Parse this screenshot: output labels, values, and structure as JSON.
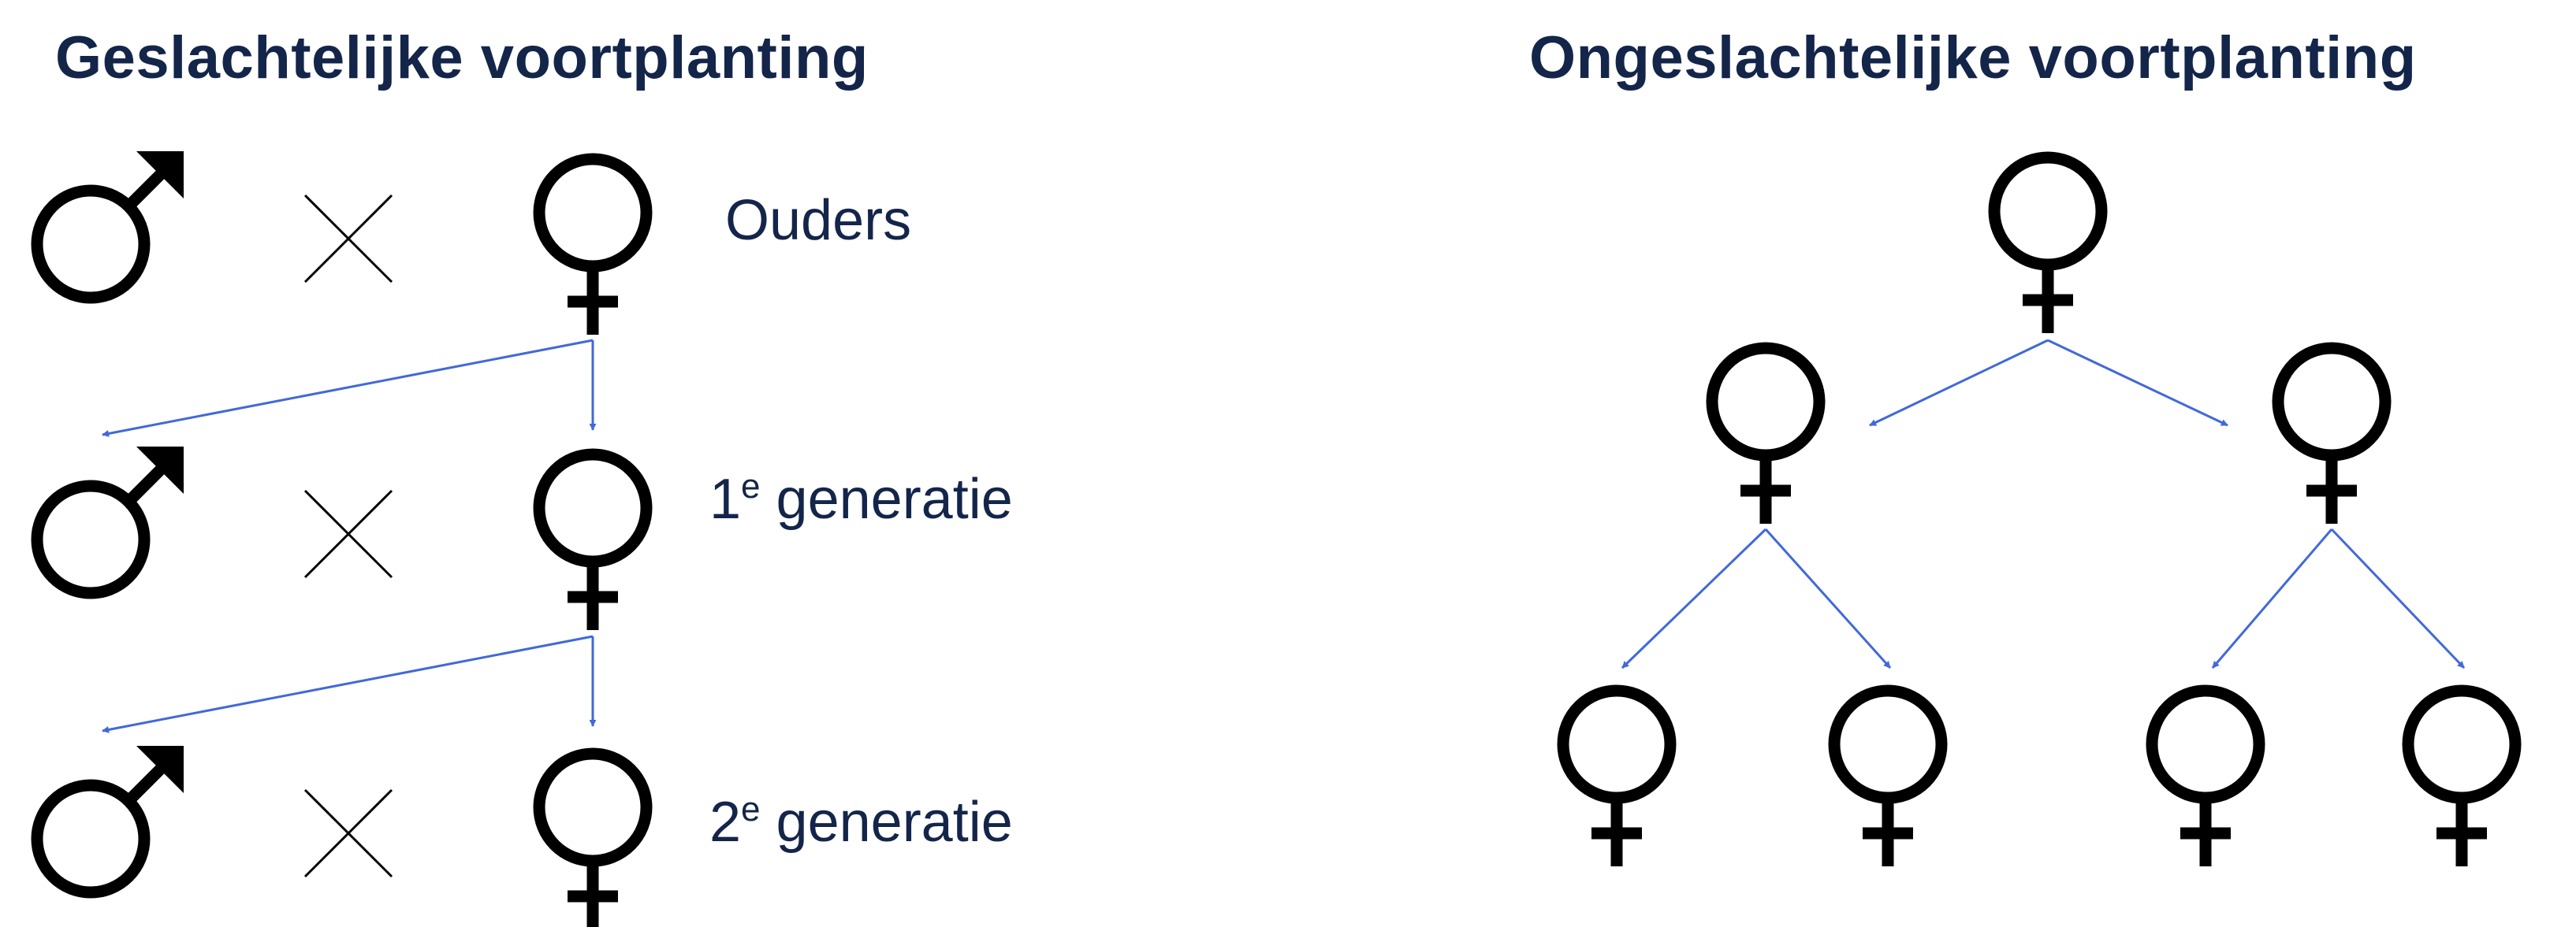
{
  "sexual": {
    "title": "Geslachtelijke voortplanting",
    "rows": [
      {
        "label_main": "Ouders",
        "label_sup": "",
        "label_rest": ""
      },
      {
        "label_main": "1",
        "label_sup": "e",
        "label_rest": " generatie"
      },
      {
        "label_main": "2",
        "label_sup": "e",
        "label_rest": " generatie"
      }
    ]
  },
  "asexual": {
    "title": "Ongeslachtelijke voortplanting"
  },
  "colors": {
    "text": "#14254a",
    "symbol": "#000000",
    "arrow": "#4169d8"
  },
  "icons": [
    "male-symbol-icon",
    "female-symbol-icon",
    "cross-icon"
  ]
}
